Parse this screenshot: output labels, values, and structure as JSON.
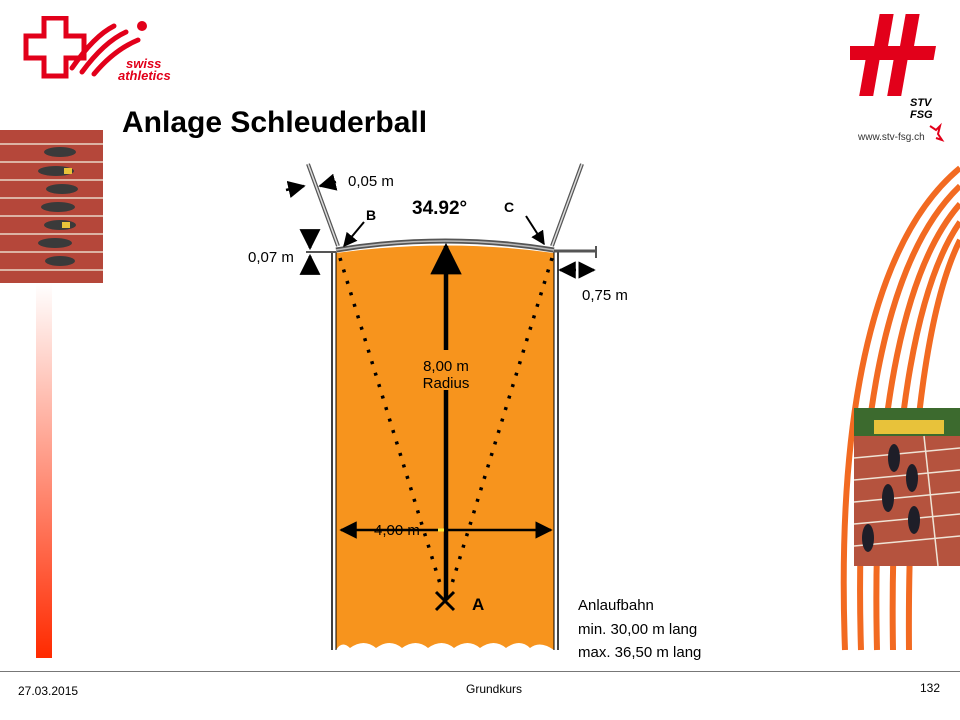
{
  "slide": {
    "title": "Anlage Schleuderball",
    "footer": {
      "date": "27.03.2015",
      "center": "Grundkurs",
      "page": "132"
    }
  },
  "logos": {
    "swiss_athletics": {
      "line1": "swiss",
      "line2": "athletics"
    },
    "stv": {
      "line1": "STV",
      "line2": "FSG",
      "url": "www.stv-fsg.ch"
    }
  },
  "diagram": {
    "angle": "34.92°",
    "dim_top": "0,05 m",
    "dim_left": "0,07 m",
    "dim_right": "0,75 m",
    "radius_value": "8,00 m",
    "radius_word": "Radius",
    "width": "4,00 m",
    "point_a": "A",
    "point_b": "B",
    "point_c": "C",
    "note_title": "Anlaufbahn",
    "note_min": "min.  30,00 m lang",
    "note_max": "max. 36,50 m lang"
  },
  "colors": {
    "field": "#f7941d",
    "track": "#f26a21",
    "red": "#e2001a"
  }
}
